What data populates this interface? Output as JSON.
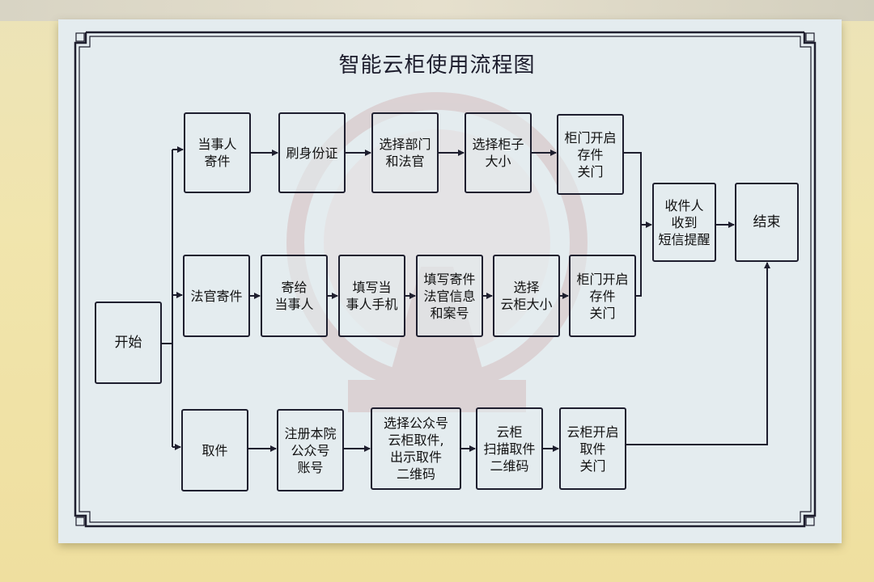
{
  "title": "智能云柜使用流程图",
  "start": "开始",
  "row_party": [
    "当事人\n寄件",
    "刷身份证",
    "选择部门\n和法官",
    "选择柜子\n大小",
    "柜门开启\n存件\n关门"
  ],
  "row_judge": [
    "法官寄件",
    "寄给\n当事人",
    "填写当\n事人手机",
    "填写寄件\n法官信息\n和案号",
    "选择\n云柜大小",
    "柜门开启\n存件\n关门"
  ],
  "row_pickup": [
    "取件",
    "注册本院\n公众号\n账号",
    "选择公众号\n云柜取件,\n出示取件\n二维码",
    "云柜\n扫描取件\n二维码",
    "云柜开启\n取件\n关门"
  ],
  "notify": "收件人\n收到\n短信提醒",
  "end": "结束",
  "colors": {
    "board": "#e4ecef",
    "line": "#1e1e2e",
    "wall": "#f1e5ad",
    "emblem": "#d9b2b2"
  }
}
